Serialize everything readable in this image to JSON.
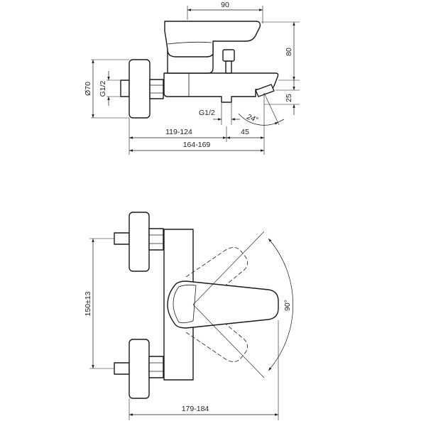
{
  "side_view": {
    "dimensions": {
      "top_width": "90",
      "height_80": "80",
      "spout_25": "25",
      "diameter": "Ø70",
      "thread_left": "G1/2",
      "thread_bottom": "G1/2",
      "angle": "24°",
      "length_119_124": "119-124",
      "length_45": "45",
      "length_164_169": "164-169"
    }
  },
  "front_view": {
    "dimensions": {
      "spacing": "150±13",
      "rotation": "90°",
      "depth": "179-184"
    }
  }
}
